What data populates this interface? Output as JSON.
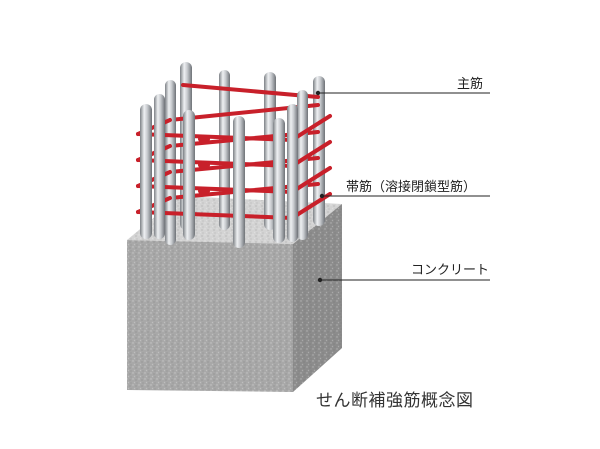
{
  "labels": {
    "main_rebar": "主筋",
    "hoop_rebar": "帯筋（溶接閉鎖型筋）",
    "concrete": "コンクリート"
  },
  "caption": "せん断補強筋概念図",
  "colors": {
    "hoop": "#c8202a",
    "bar_light": "#e2e4e6",
    "bar_dark": "#8a8e92",
    "concrete_front": "#a9a9a9",
    "concrete_side": "#8a8a8a",
    "concrete_top": "#d2d2d2",
    "leader_line": "#222222"
  }
}
